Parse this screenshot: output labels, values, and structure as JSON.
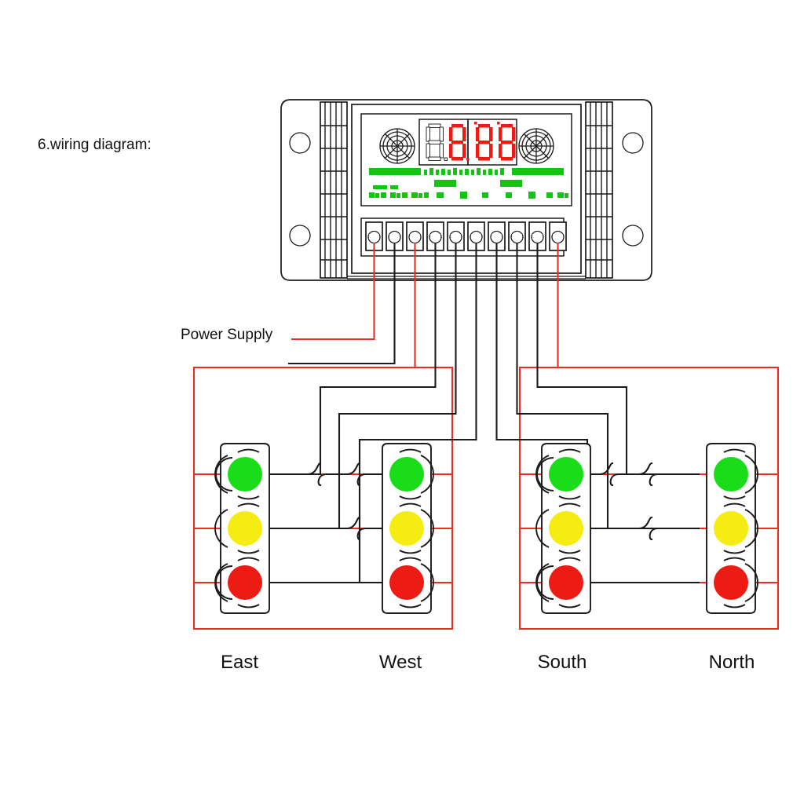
{
  "page": {
    "title": "6.wiring diagram:",
    "background_color": "#ffffff"
  },
  "labels": {
    "power_supply": "Power Supply",
    "directions": [
      "East",
      "West",
      "South",
      "North"
    ]
  },
  "colors": {
    "wire_live": "#ee2b24",
    "wire_neutral": "#1b1b1b",
    "lamp_green": "#18dd18",
    "lamp_yellow": "#f5ec12",
    "lamp_red": "#ec1c15",
    "display_digit": "#f01a12",
    "pcb_silkscreen": "#13c413",
    "case_outline": "#1b1b1b"
  },
  "controller": {
    "display": {
      "window_left_value": "88",
      "window_right_value": "88",
      "digit_color": "#f01a12"
    },
    "knobs": [
      {
        "name": "left-adjust-knob"
      },
      {
        "name": "right-adjust-knob"
      }
    ],
    "silkscreen_title": "",
    "terminal_count": 10,
    "terminals": [
      {
        "index": 1,
        "wire": "red"
      },
      {
        "index": 2,
        "wire": "black"
      },
      {
        "index": 3,
        "wire": "red"
      },
      {
        "index": 4,
        "wire": "black"
      },
      {
        "index": 5,
        "wire": "black"
      },
      {
        "index": 6,
        "wire": "black"
      },
      {
        "index": 7,
        "wire": "black"
      },
      {
        "index": 8,
        "wire": "black"
      },
      {
        "index": 9,
        "wire": "black"
      },
      {
        "index": 10,
        "wire": "red"
      }
    ],
    "mount_holes": 4
  },
  "traffic_lights": [
    {
      "name": "East",
      "lamps": [
        "green",
        "yellow",
        "red"
      ]
    },
    {
      "name": "West",
      "lamps": [
        "green",
        "yellow",
        "red"
      ]
    },
    {
      "name": "South",
      "lamps": [
        "green",
        "yellow",
        "red"
      ]
    },
    {
      "name": "North",
      "lamps": [
        "green",
        "yellow",
        "red"
      ]
    }
  ]
}
